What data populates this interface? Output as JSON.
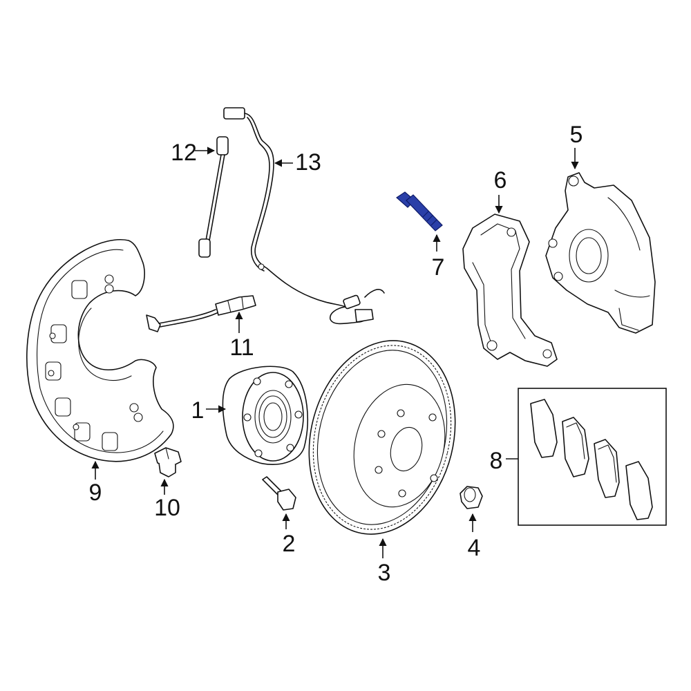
{
  "callouts": {
    "c1": "1",
    "c2": "2",
    "c3": "3",
    "c4": "4",
    "c5": "5",
    "c6": "6",
    "c7": "7",
    "c8": "8",
    "c9": "9",
    "c10": "10",
    "c11": "11",
    "c12": "12",
    "c13": "13"
  },
  "colors": {
    "line": "#111111",
    "highlight_part": "#2a3fa8",
    "background": "#ffffff"
  },
  "highlighted_part": "7"
}
